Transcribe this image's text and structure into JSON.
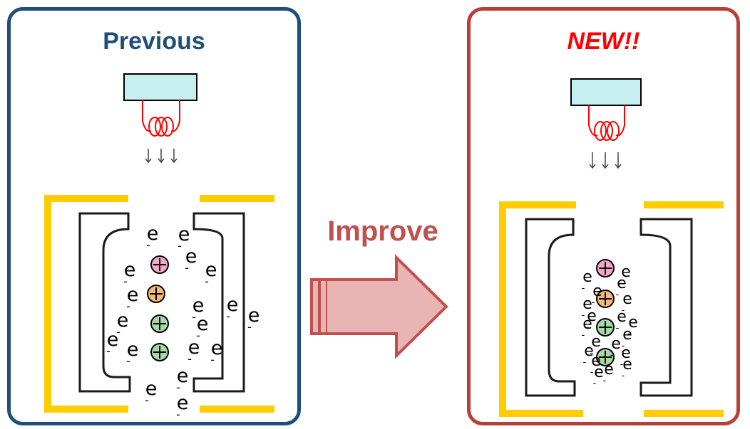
{
  "panels": {
    "previous": {
      "title": "Previous",
      "border_color": "#1f4e79",
      "title_color": "#1f4e79"
    },
    "new": {
      "title": "NEW!!",
      "border_color": "#b5403a",
      "title_color": "#ff0000"
    }
  },
  "improve": {
    "label": "Improve",
    "label_color": "#c0504d",
    "arrow_fill": "#e8b4b4",
    "arrow_stroke": "#c0504d"
  },
  "electron": {
    "symbol": "e",
    "charge": "-"
  },
  "ion_colors": [
    "#f4a6cc",
    "#f5b97a",
    "#a7d9a7",
    "#a7d9a7"
  ],
  "colors": {
    "magnet": "#ffcc00",
    "filament": "#ff0000",
    "source": "#c6f0f0"
  }
}
